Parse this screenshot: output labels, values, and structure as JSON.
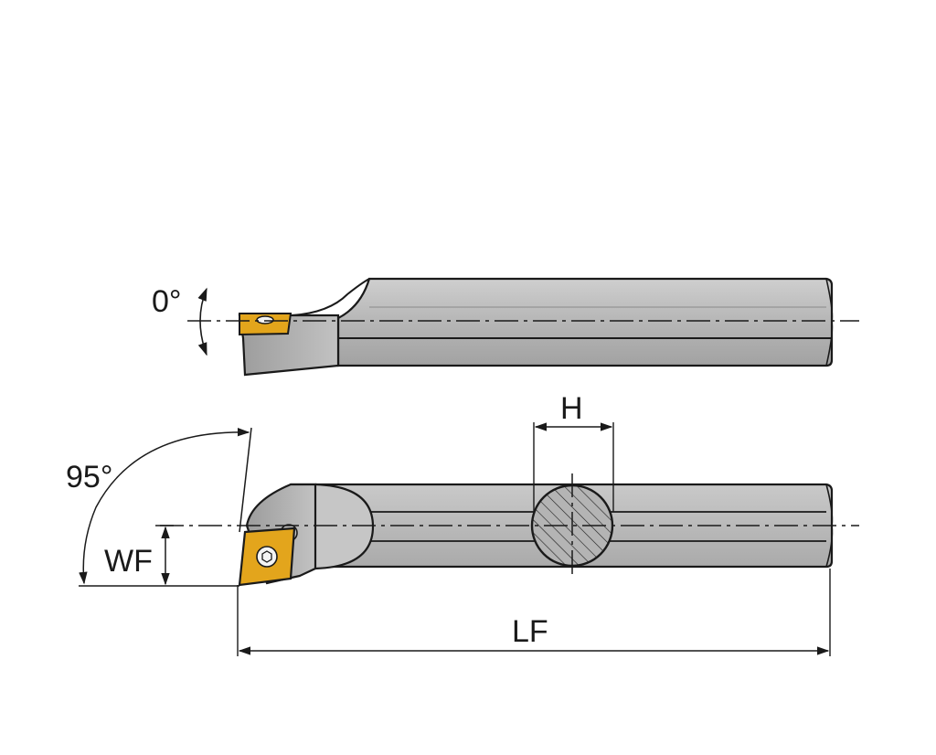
{
  "labels": {
    "top_angle": "0°",
    "approach_angle": "95°",
    "wf": "WF",
    "h": "H",
    "lf": "LF"
  },
  "colors": {
    "body_light": "#bcbcbc",
    "body_mid": "#a9a9a9",
    "body_dark": "#8e8e8e",
    "insert": "#e3a51c",
    "insert_dark": "#b87f0a",
    "outline": "#1a1a1a",
    "section": "#b4b4b4"
  }
}
